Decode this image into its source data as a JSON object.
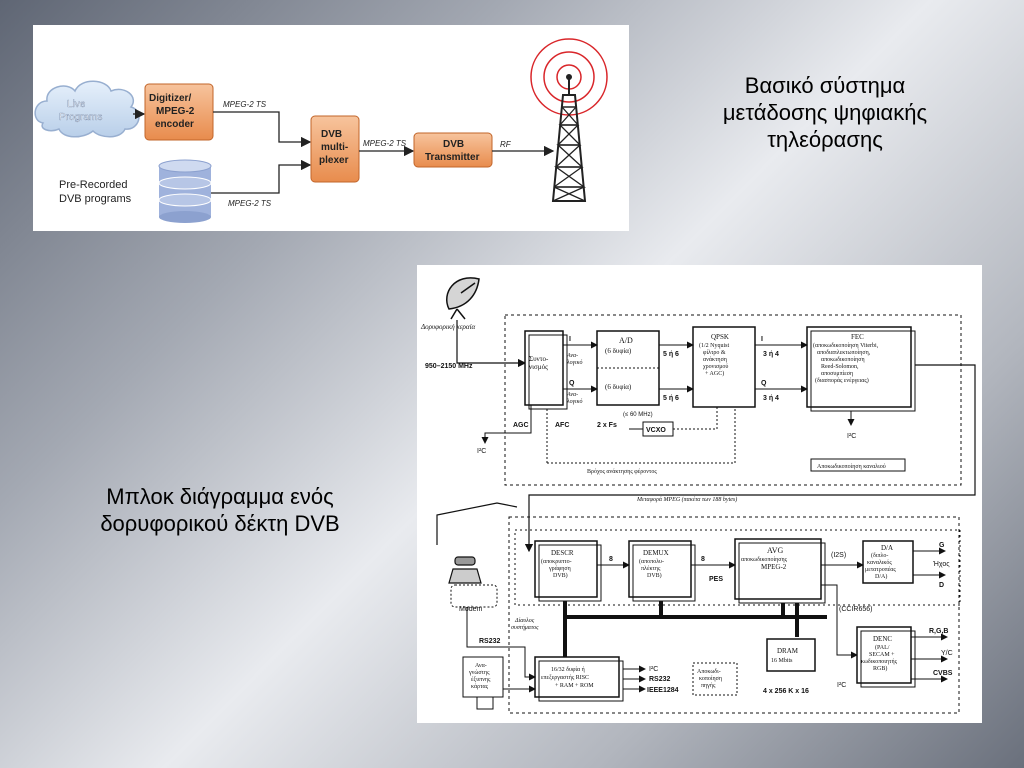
{
  "captions": {
    "top": [
      "Βασικό σύστημα",
      "μετάδοσης ψηφιακής",
      "τηλεόρασης"
    ],
    "bottom": [
      "Μπλοκ διάγραμμα ενός",
      "δορυφορικού δέκτη DVB"
    ]
  },
  "transmit": {
    "cloud": [
      "Live",
      "Programs"
    ],
    "digitizer": [
      "Digitizer/",
      "MPEG-2",
      "encoder"
    ],
    "prerecorded": [
      "Pre-Recorded",
      "DVB programs"
    ],
    "mux": [
      "DVB",
      "multi-",
      "plexer"
    ],
    "transmitter": [
      "DVB",
      "Transmitter"
    ],
    "ts1": "MPEG-2 TS",
    "ts2": "MPEG-2 TS",
    "ts3": "MPEG-2 TS",
    "rf": "RF",
    "colors": {
      "block": "#f0a36b",
      "block_edge": "#c2652a",
      "disk": "#9fb2dc",
      "wave": "#d9262a"
    }
  },
  "receiver": {
    "dish": "Δορυφορική κεραία",
    "freq": "950–2150 MHz",
    "tuner": [
      "Συντο-",
      "νισμός"
    ],
    "ad_top": [
      "A/D",
      "(6 δυφία)"
    ],
    "ad_bottom": "(6 δυφία)",
    "analog_i": [
      "Ανα-",
      "λογικό"
    ],
    "analog_q": [
      "Ανα-",
      "λογικό"
    ],
    "i": "I",
    "q": "Q",
    "bits_i1": "5 ή 6",
    "bits_q1": "5 ή 6",
    "bits_i2": "3 ή 4",
    "bits_q2": "3 ή 4",
    "qpsk": [
      "QPSK",
      "(1/2 Nyquist",
      "φίλτρο &",
      "ανάκτηση",
      "χρονισμού",
      "+ AGC)"
    ],
    "fec": [
      "FEC",
      "(αποκωδικοποίηση Viterbi,",
      "αποδιαπλεκτωποίηση,",
      "αποκωδικοποίηση",
      "Reed-Solomon,",
      "αποσυμπίεση",
      "(διασποράς ενέργειας)"
    ],
    "agc": "AGC",
    "afc": "AFC",
    "fs": "2 x Fs",
    "mhz": "(≤ 60 MHz)",
    "vcxo": "VCXO",
    "iic1": "I²C",
    "iic2": "I²C",
    "iic3": "I²C",
    "iic4": "I²C",
    "carrier_loop": "Βρόχος ανάκτησης φέροντος",
    "channel_decode": "Αποκωδικοποίηση καναλιού",
    "mpeg_transfer": "Μεταφορά MPEG (πακέτα των 188 bytes)",
    "descr": [
      "DESCR",
      "(αποκρυπτο-",
      "γράφηση",
      "DVB)"
    ],
    "demux": [
      "DEMUX",
      "(αποπολυ-",
      "πλέκτης",
      "DVB)"
    ],
    "avg": [
      "AVG",
      "αποκωδικοποίησης",
      "MPEG-2"
    ],
    "bits_descr": "8",
    "bits_demux": "8",
    "pes": "PES",
    "i2s": "(I2S)",
    "da": [
      "D/A",
      "(διπλο-",
      "καναλικός",
      "μετατροπέας",
      "D/A)"
    ],
    "sound": "Ήχος",
    "snd_g": "G",
    "snd_d": "D",
    "ccir": "(CCIR656)",
    "dram": [
      "DRAM",
      "16 Mbits"
    ],
    "dram_cfg": "4 x 256 K x 16",
    "denc": [
      "DENC",
      "(PAL/",
      "SECAM +",
      "κωδικοποιητής",
      "RGB)"
    ],
    "rgb": "R,G,B",
    "yc": "Y/C",
    "cvbs": "CVBS",
    "modem": "Modem",
    "rs232_a": "RS232",
    "rs232_b": "RS232",
    "ieee": "IEEE1284",
    "risc": [
      "16/32 δυφία ή",
      "επεξεργαστής RISC",
      "+ RAM + ROM"
    ],
    "card": [
      "Ανα-",
      "γνώστης",
      "έξυπνης",
      "κάρτας"
    ],
    "system_bus": [
      "Δίαυλος",
      "συστήματος"
    ],
    "source_decode": [
      "Αποκωδι-",
      "κοποίηση",
      "πηγής"
    ]
  }
}
